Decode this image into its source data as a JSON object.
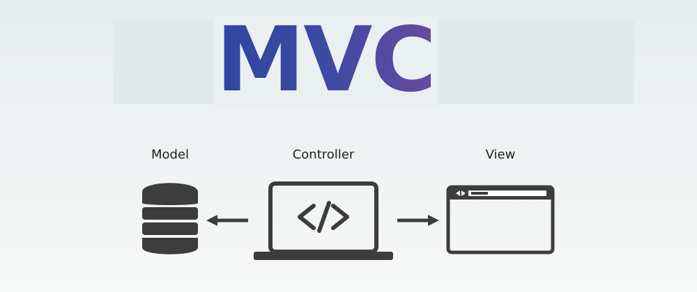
{
  "title": "MVC",
  "components": {
    "model": {
      "label": "Model",
      "icon": "database-icon"
    },
    "controller": {
      "label": "Controller",
      "icon": "laptop-code-icon"
    },
    "view": {
      "label": "View",
      "icon": "browser-window-icon"
    }
  },
  "colors": {
    "title_start": "#2f46a1",
    "title_end": "#6a4aa0",
    "icon": "#3d3d3d"
  }
}
